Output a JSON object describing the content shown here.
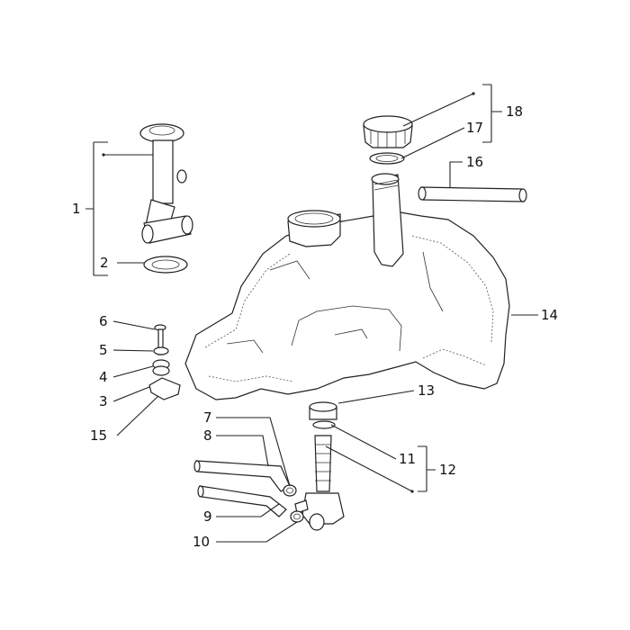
{
  "diagram": {
    "callouts": [
      {
        "id": "c1",
        "label": "1"
      },
      {
        "id": "c2",
        "label": "2"
      },
      {
        "id": "c3",
        "label": "3"
      },
      {
        "id": "c4",
        "label": "4"
      },
      {
        "id": "c5",
        "label": "5"
      },
      {
        "id": "c6",
        "label": "6"
      },
      {
        "id": "c7",
        "label": "7"
      },
      {
        "id": "c8",
        "label": "8"
      },
      {
        "id": "c9",
        "label": "9"
      },
      {
        "id": "c10",
        "label": "10"
      },
      {
        "id": "c11",
        "label": "11"
      },
      {
        "id": "c12",
        "label": "12"
      },
      {
        "id": "c13",
        "label": "13"
      },
      {
        "id": "c14",
        "label": "14"
      },
      {
        "id": "c15",
        "label": "15"
      },
      {
        "id": "c16",
        "label": "16"
      },
      {
        "id": "c17",
        "label": "17"
      },
      {
        "id": "c18",
        "label": "18"
      }
    ],
    "parts": [
      "fuel-level-sender",
      "sender-gasket",
      "tank-clamp",
      "spring-washer",
      "flat-washer",
      "bolt",
      "hose-clip",
      "fuel-hose-upper",
      "fuel-hose-lower",
      "hose-clip-lower",
      "tap-gasket",
      "fuel-tap-assembly",
      "tap-nut",
      "fuel-tank",
      "rubber-pad",
      "breather-hose",
      "filler-cap-gasket",
      "filler-cap"
    ]
  }
}
